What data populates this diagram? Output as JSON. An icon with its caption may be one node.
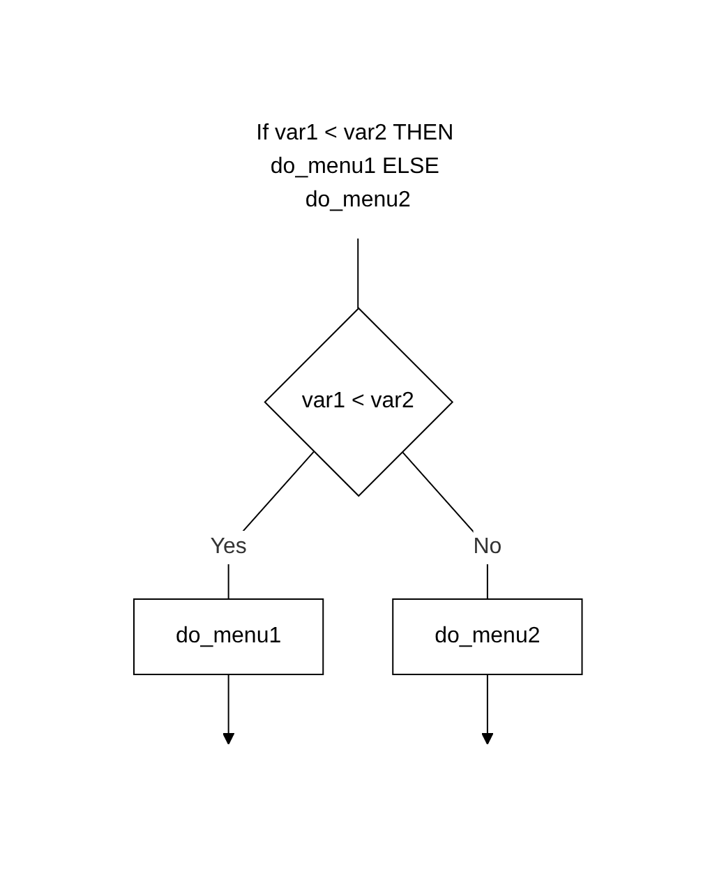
{
  "diagram": {
    "nodes": [
      {
        "text": [
          "If var1 < var2 THEN do_menu1 ELSE do_menu2"
        ]
      },
      {
        "text": [
          "var1 < var2"
        ]
      },
      {
        "text": [
          "do_menu1"
        ]
      },
      {
        "text": [
          "do_menu2"
        ]
      }
    ],
    "edges": [
      {
        "from": 0,
        "to": 1,
        "arrow": "none"
      },
      {
        "from": 1,
        "to": 2,
        "arrow": "none",
        "label": "Yes"
      },
      {
        "from": 1,
        "to": 3,
        "arrow": "none",
        "label": "No"
      },
      {
        "from": 2,
        "to": null,
        "arrow": "to"
      },
      {
        "from": 3,
        "to": null,
        "arrow": "to"
      }
    ]
  }
}
